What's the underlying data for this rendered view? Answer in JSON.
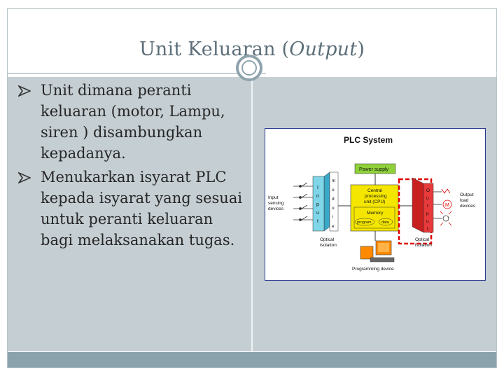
{
  "slide": {
    "title_main": "Unit Keluaran (",
    "title_italic": "Output",
    "title_end": ")"
  },
  "bullets": [
    "Unit dimana peranti keluaran (motor, Lampu, siren ) disambungkan kepadanya.",
    "Menukarkan isyarat PLC kepada isyarat yang sesuai untuk peranti keluaran bagi melaksanakan tugas."
  ],
  "diagram": {
    "title": "PLC System",
    "power_supply": "Power supply",
    "cpu_line1": "Central",
    "cpu_line2": "processing",
    "cpu_line3": "unit (CPU)",
    "memory": "Memory",
    "program": "program",
    "data": "data",
    "input_label_1": "Input",
    "input_label_2": "sensing",
    "input_label_3": "devices",
    "output_label_1": "Output",
    "output_label_2": "load",
    "output_label_3": "devices",
    "input_module_letters": [
      "I",
      "n",
      "p",
      "u",
      "t"
    ],
    "input_module_side": [
      "m",
      "o",
      "d",
      "u",
      "l",
      "e"
    ],
    "output_module_letters": [
      "O",
      "u",
      "t",
      "p",
      "u",
      "t"
    ],
    "optical_isolation_1": "Optical",
    "optical_isolation_2": "isolation",
    "optical_isolation_out_1": "Optical",
    "optical_isolation_out_2": "isolation",
    "programming_device": "Programming device",
    "motor_symbol": "M",
    "colors": {
      "cpu_yellow": "#f5e600",
      "input_module": "#7fd6e8",
      "output_module": "#e83a3a",
      "highlight_red": "#e00000",
      "power_supply_green": "#8fd13a"
    }
  }
}
